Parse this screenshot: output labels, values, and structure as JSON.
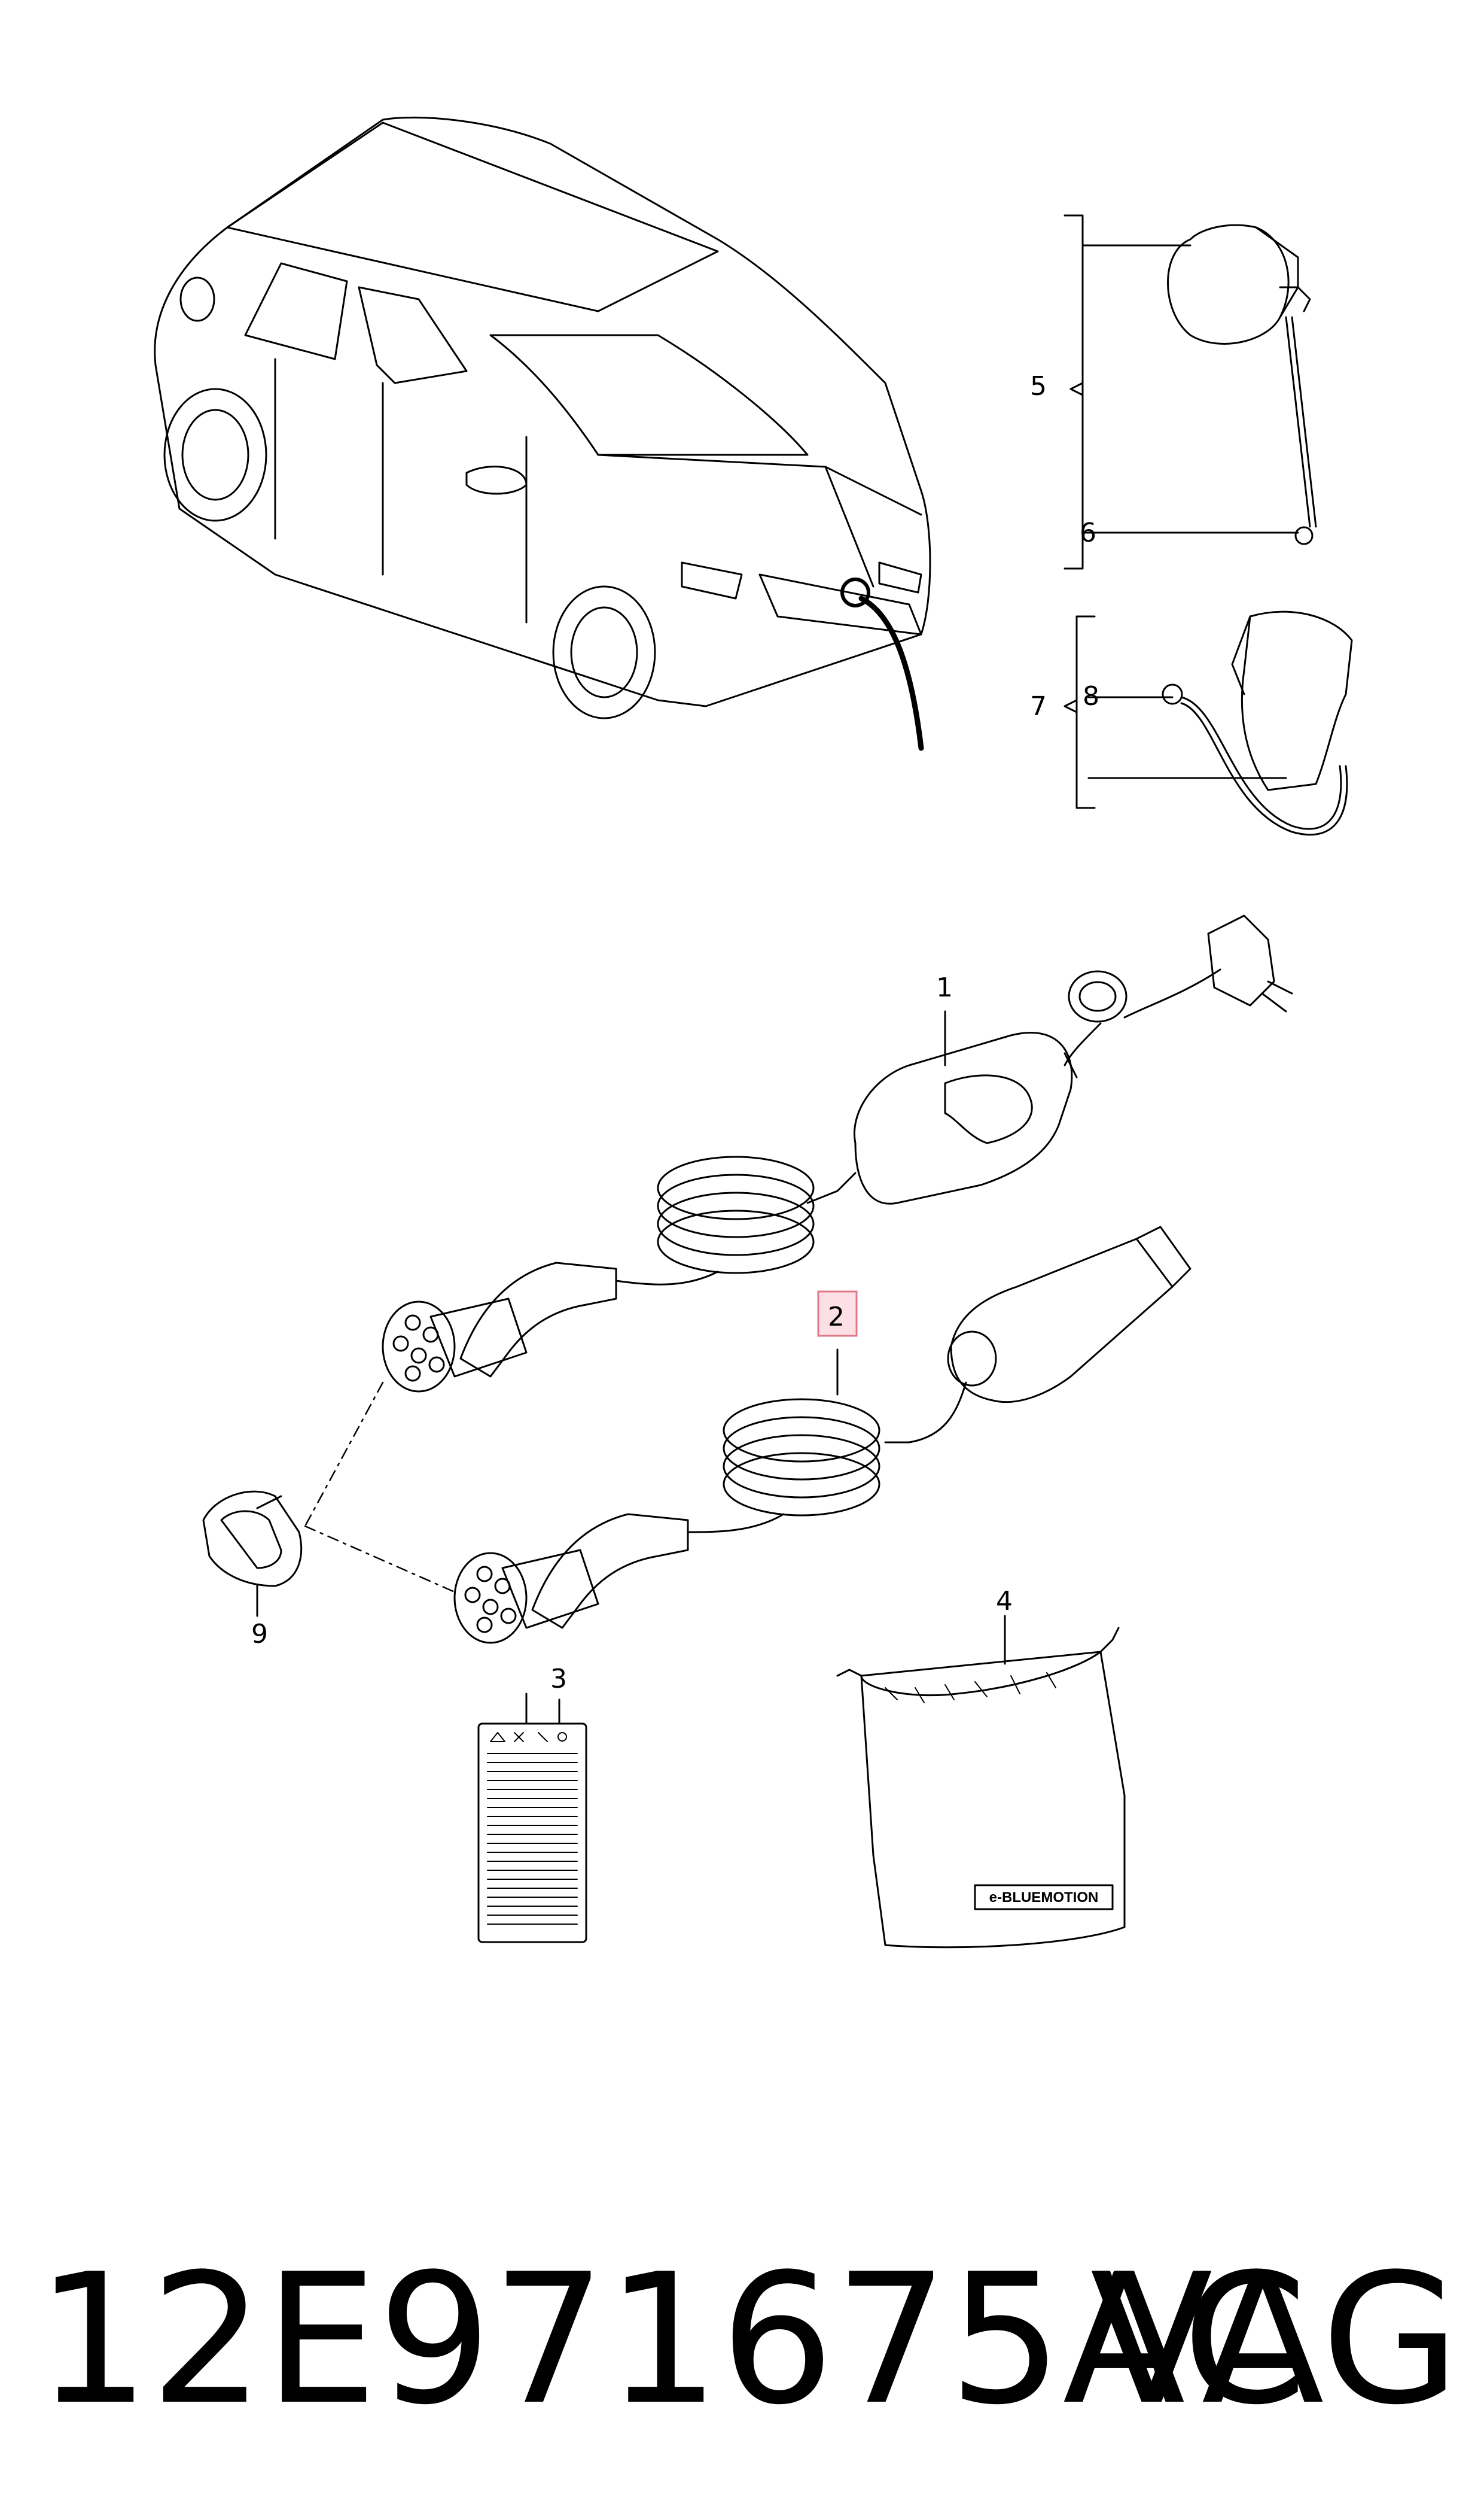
{
  "callouts": {
    "c1": "1",
    "c2": "2",
    "c3": "3",
    "c4": "4",
    "c5": "5",
    "c6": "6",
    "c7": "7",
    "c8": "8",
    "c9": "9"
  },
  "bag_label": "e-BLUEMOTION",
  "highlight_color": "#e07a8a",
  "caption": {
    "part_number": "12E971675AC",
    "brand": "VAG"
  }
}
